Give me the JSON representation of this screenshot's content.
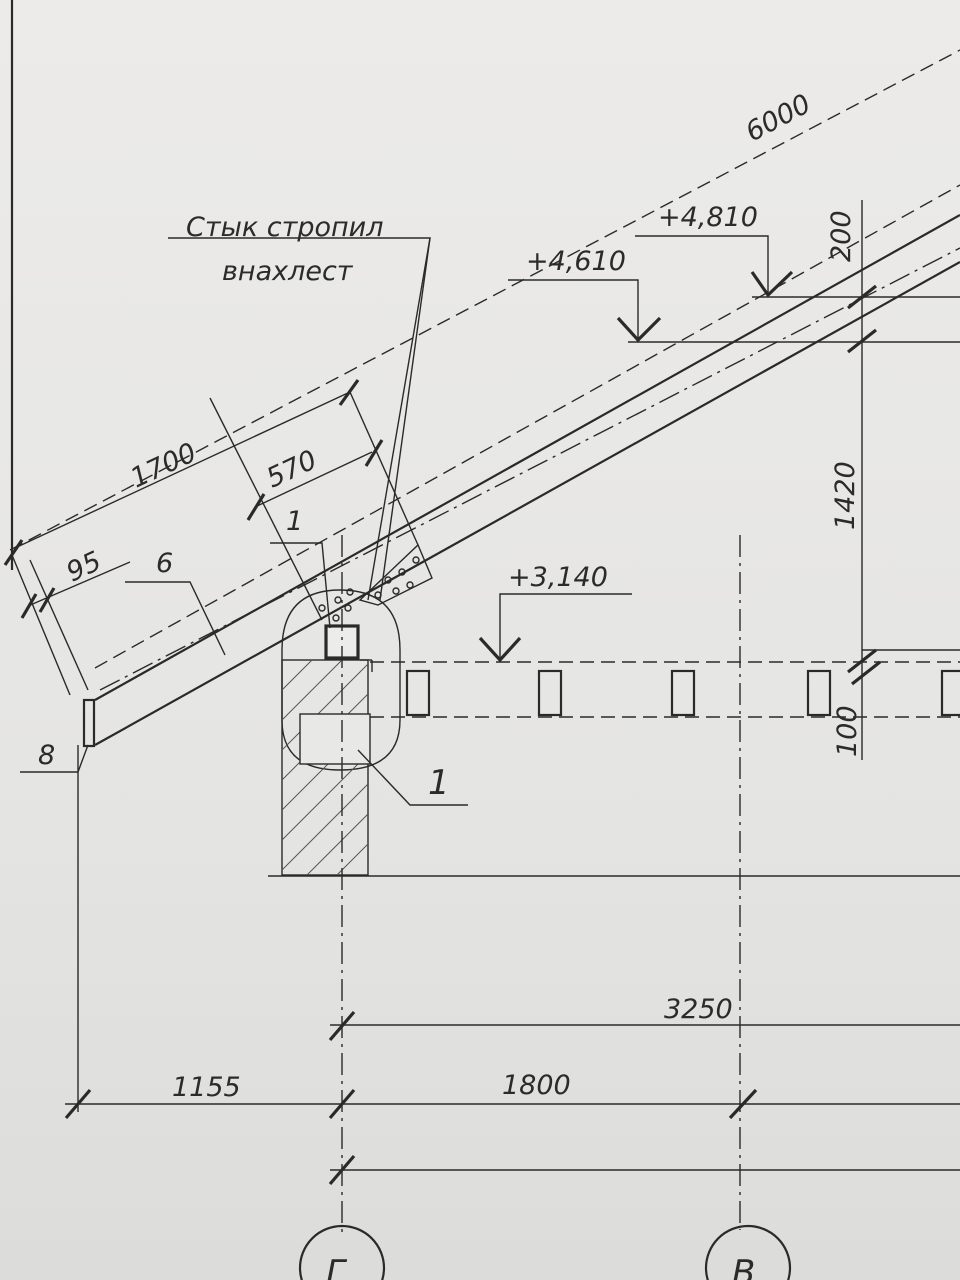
{
  "drawing": {
    "note_line1": "Стык стропил",
    "note_line2": "внахлест",
    "dims": {
      "total_rafter": "6000",
      "overhang_len": "1700",
      "overlap_len": "570",
      "edge_offset": "95",
      "height_200": "200",
      "height_1420": "1420",
      "height_100": "100",
      "span_3250": "3250",
      "span_1155": "1155",
      "span_1800": "1800"
    },
    "levels": {
      "ridge_level": "+4,810",
      "top_level": "+4,610",
      "beam_level": "+3,140"
    },
    "callouts": {
      "c1_top": "1",
      "c1_big": "1",
      "c6": "6",
      "c8": "8"
    },
    "axes": {
      "axis_g": "Г",
      "axis_v": "В"
    }
  }
}
